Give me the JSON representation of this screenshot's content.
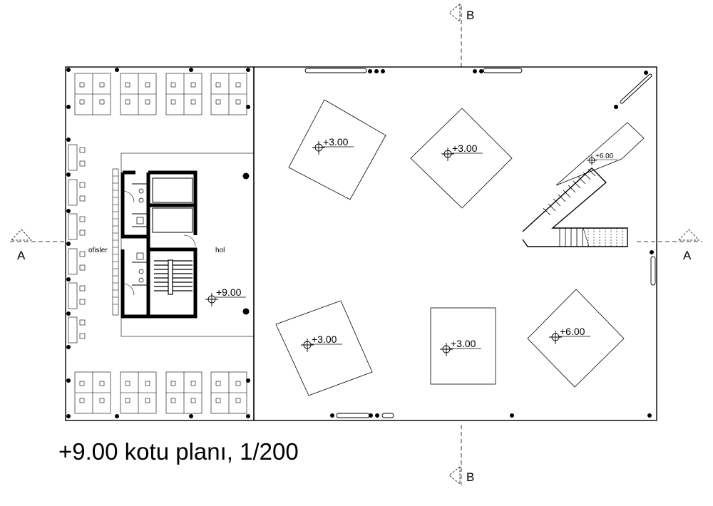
{
  "title": "+9.00 kotu planı, 1/200",
  "section_markers": {
    "a_left": "A",
    "a_right": "A",
    "b_top": "B",
    "b_bottom": "B"
  },
  "room_labels": {
    "offices": "ofisler",
    "hall": "hol"
  },
  "levels": {
    "hall_level": "+9.00",
    "platform_top_left": "+3.00",
    "platform_top_center": "+3.00",
    "stair_landing": "+6.00",
    "platform_bottom_left": "+3.00",
    "platform_bottom_center": "+3.00",
    "platform_bottom_right": "+6.00"
  }
}
